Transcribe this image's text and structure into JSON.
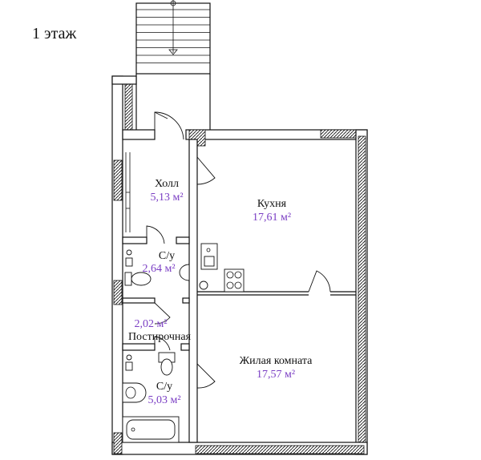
{
  "floor_label": "1 этаж",
  "rooms": [
    {
      "name": "Холл",
      "area": "5,13 м²"
    },
    {
      "name": "Кухня",
      "area": "17,61 м²"
    },
    {
      "name": "С/у",
      "area": "2,64 м²"
    },
    {
      "name": "",
      "area": "2,02 м²"
    },
    {
      "name": "Постирочная",
      "area": ""
    },
    {
      "name": "С/у",
      "area": "5,03 м²"
    },
    {
      "name": "Жилая комната",
      "area": "17,57 м²"
    }
  ],
  "colors": {
    "area_text": "#7b3fc4",
    "wall": "#111111"
  }
}
